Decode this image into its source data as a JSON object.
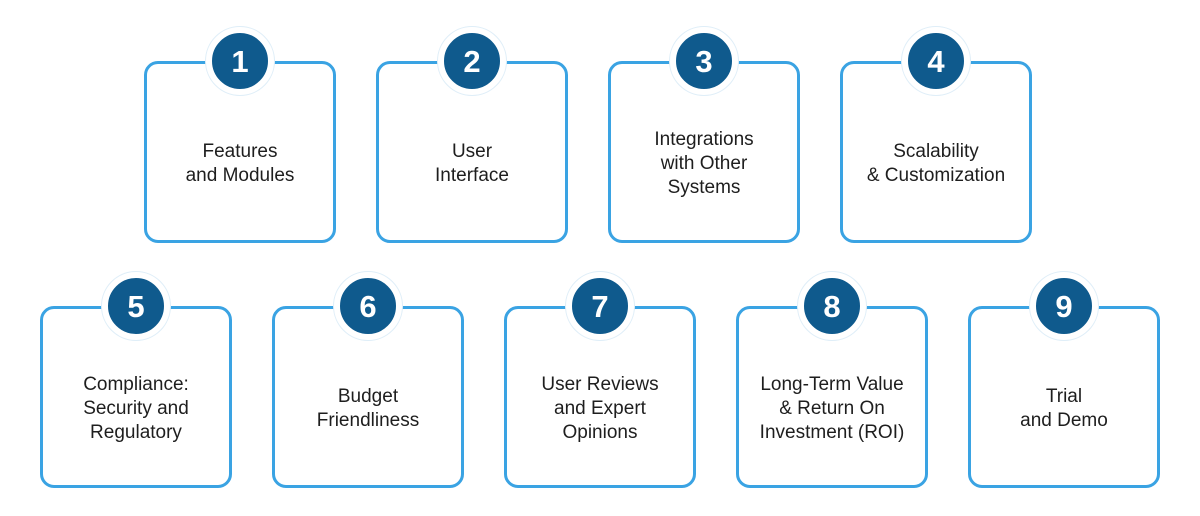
{
  "steps": [
    {
      "number": "1",
      "label": "Features\nand Modules"
    },
    {
      "number": "2",
      "label": "User\nInterface"
    },
    {
      "number": "3",
      "label": "Integrations\nwith Other\nSystems"
    },
    {
      "number": "4",
      "label": "Scalability\n& Customization"
    },
    {
      "number": "5",
      "label": "Compliance:\nSecurity and\nRegulatory"
    },
    {
      "number": "6",
      "label": "Budget\nFriendliness"
    },
    {
      "number": "7",
      "label": "User Reviews\nand Expert\nOpinions"
    },
    {
      "number": "8",
      "label": "Long-Term Value\n& Return On\nInvestment (ROI)"
    },
    {
      "number": "9",
      "label": "Trial\nand Demo"
    }
  ],
  "colors": {
    "card_border": "#3aa3e3",
    "badge_fill": "#0f5a8d",
    "text": "#1e1e1e",
    "background": "#ffffff"
  }
}
